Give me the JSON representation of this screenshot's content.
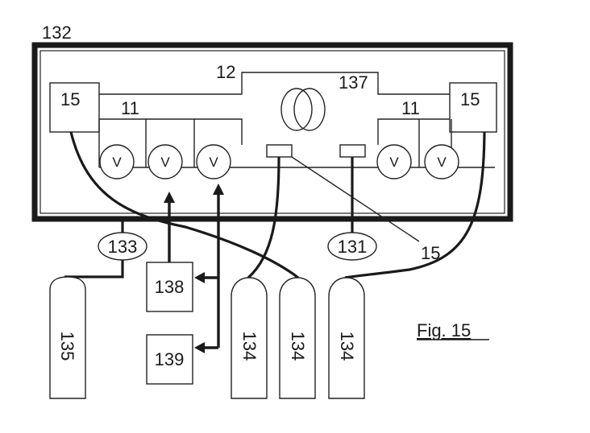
{
  "labels": {
    "enclosure": "132",
    "manifold": "12",
    "coil": "137",
    "port_left": "15",
    "port_right": "15",
    "port_pointer": "15",
    "line_left": "11",
    "line_right": "11",
    "valve": "V",
    "reg_left": "133",
    "reg_right": "131",
    "unit_upper": "138",
    "unit_lower": "139",
    "cylinder_left": "135",
    "cylinder_a": "134",
    "cylinder_b": "134",
    "cylinder_c": "134",
    "caption": "Fig. 15"
  }
}
